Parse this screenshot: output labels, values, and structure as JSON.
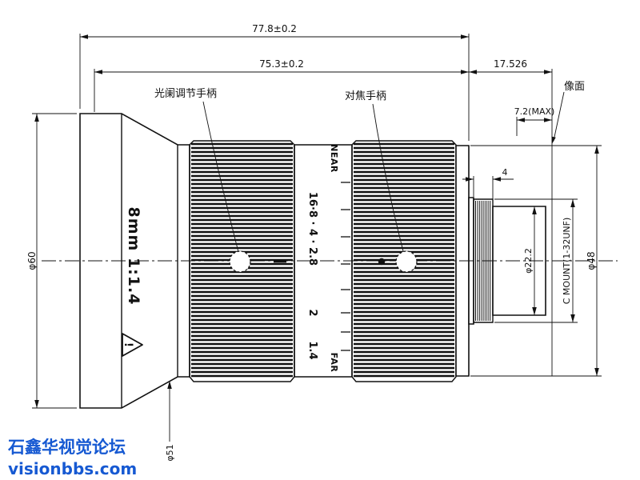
{
  "colors": {
    "line": "#111111",
    "watermark": "#1659d2",
    "bg": "#ffffff"
  },
  "dimensions": {
    "total_length": "77.8±0.2",
    "body_length": "75.3±0.2",
    "flange_focal_distance": "17.526",
    "rear_clearance": "7.2(MAX)",
    "thread_length": "4",
    "rear_barrel_dia": "φ22.2",
    "mount_spec": "C MOUNT(1-32UNF)",
    "rear_flange_dia": "φ48",
    "front_dia": "φ60",
    "barrel_dia": "φ51"
  },
  "labels": {
    "aperture_handle": "光阑调节手柄",
    "focus_handle": "对焦手柄",
    "image_plane": "像面",
    "near": "NEAR",
    "far": "FAR",
    "lens_spec": "8mm 1:1.4",
    "warning_mark": "!",
    "aperture_scale": {
      "upper": "16·8 · 4 · 2.8",
      "mid": "2",
      "low": "1.4"
    }
  },
  "watermark": {
    "line1": "石鑫华视觉论坛",
    "line2": "visionbbs.com"
  }
}
